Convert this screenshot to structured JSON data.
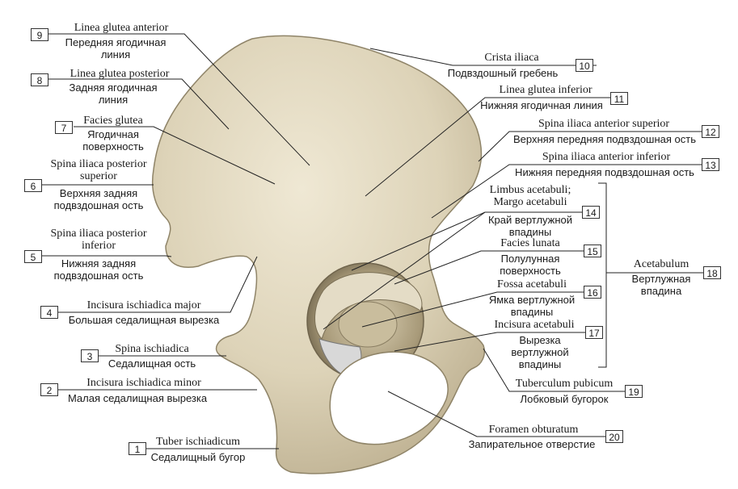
{
  "labels": [
    {
      "num": "1",
      "latin": "Tuber ischiadicum",
      "russian": "Седалищный бугор"
    },
    {
      "num": "2",
      "latin": "Incisura ischiadica minor",
      "russian": "Малая седалищная вырезка"
    },
    {
      "num": "3",
      "latin": "Spina ischiadica",
      "russian": "Седалищная ость"
    },
    {
      "num": "4",
      "latin": "Incisura ischiadica major",
      "russian": "Большая седалищная вырезка"
    },
    {
      "num": "5",
      "latin": "Spina iliaca posterior inferior",
      "russian": "Нижняя задняя подвздошная ость"
    },
    {
      "num": "6",
      "latin": "Spina iliaca posterior superior",
      "russian": "Верхняя задняя подвздошная ость"
    },
    {
      "num": "7",
      "latin": "Facies glutea",
      "russian": "Ягодичная поверхность"
    },
    {
      "num": "8",
      "latin": "Linea glutea posterior",
      "russian": "Задняя ягодичная линия"
    },
    {
      "num": "9",
      "latin": "Linea glutea anterior",
      "russian": "Передняя ягодичная линия"
    },
    {
      "num": "10",
      "latin": "Crista iliaca",
      "russian": "Подвздошный гребень"
    },
    {
      "num": "11",
      "latin": "Linea glutea inferior",
      "russian": "Нижняя ягодичная линия"
    },
    {
      "num": "12",
      "latin": "Spina iliaca anterior superior",
      "russian": "Верхняя передняя подвздошная ость"
    },
    {
      "num": "13",
      "latin": "Spina iliaca anterior inferior",
      "russian": "Нижняя передняя подвздошная ость"
    },
    {
      "num": "14",
      "latin": "Limbus acetabuli; Margo acetabuli",
      "russian": "Край вертлужной впадины"
    },
    {
      "num": "15",
      "latin": "Facies lunata",
      "russian": "Полулунная поверхность"
    },
    {
      "num": "16",
      "latin": "Fossa acetabuli",
      "russian": "Ямка вертлужной впадины"
    },
    {
      "num": "17",
      "latin": "Incisura acetabuli",
      "russian": "Вырезка вертлужной впадины"
    },
    {
      "num": "18",
      "latin": "Acetabulum",
      "russian": "Вертлужная впадина"
    },
    {
      "num": "19",
      "latin": "Tuberculum pubicum",
      "russian": "Лобковый бугорок"
    },
    {
      "num": "20",
      "latin": "Foramen obturatum",
      "russian": "Запирательное отверстие"
    }
  ]
}
